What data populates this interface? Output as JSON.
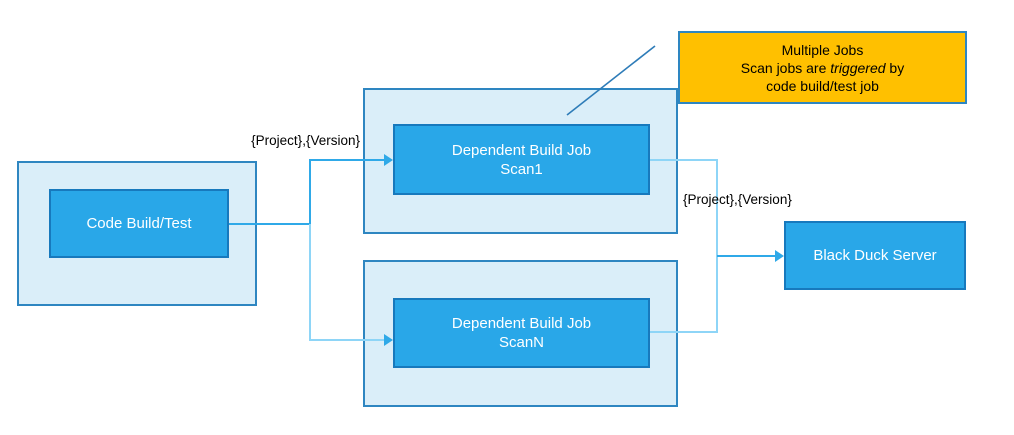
{
  "diagram": {
    "code_build": {
      "label": "Code Build/Test"
    },
    "scan1": {
      "line1": "Dependent Build Job",
      "line2": "Scan1"
    },
    "scanN": {
      "line1": "Dependent Build Job",
      "line2": "ScanN"
    },
    "server": {
      "label": "Black Duck Server"
    },
    "callout": {
      "line1": "Multiple Jobs",
      "line2_pre": "Scan jobs are ",
      "line2_emphasis": "triggered",
      "line2_post": " by",
      "line3": "code build/test job"
    },
    "edge_labels": {
      "left": "{Project},{Version}",
      "right": "{Project},{Version}"
    }
  },
  "colors": {
    "box_fill": "#29A7E8",
    "box_border": "#1779BD",
    "container_fill": "#DAEEF9",
    "container_border": "#2E86C1",
    "callout_fill": "#FFC000",
    "callout_border": "#2E86C1",
    "connector_mid": "#2FA9E8",
    "connector_light": "#8ED5F7",
    "callout_line": "#2E7CB8",
    "box_text": "#FFFFFF",
    "label_text": "#000000",
    "background": "#FFFFFF"
  }
}
